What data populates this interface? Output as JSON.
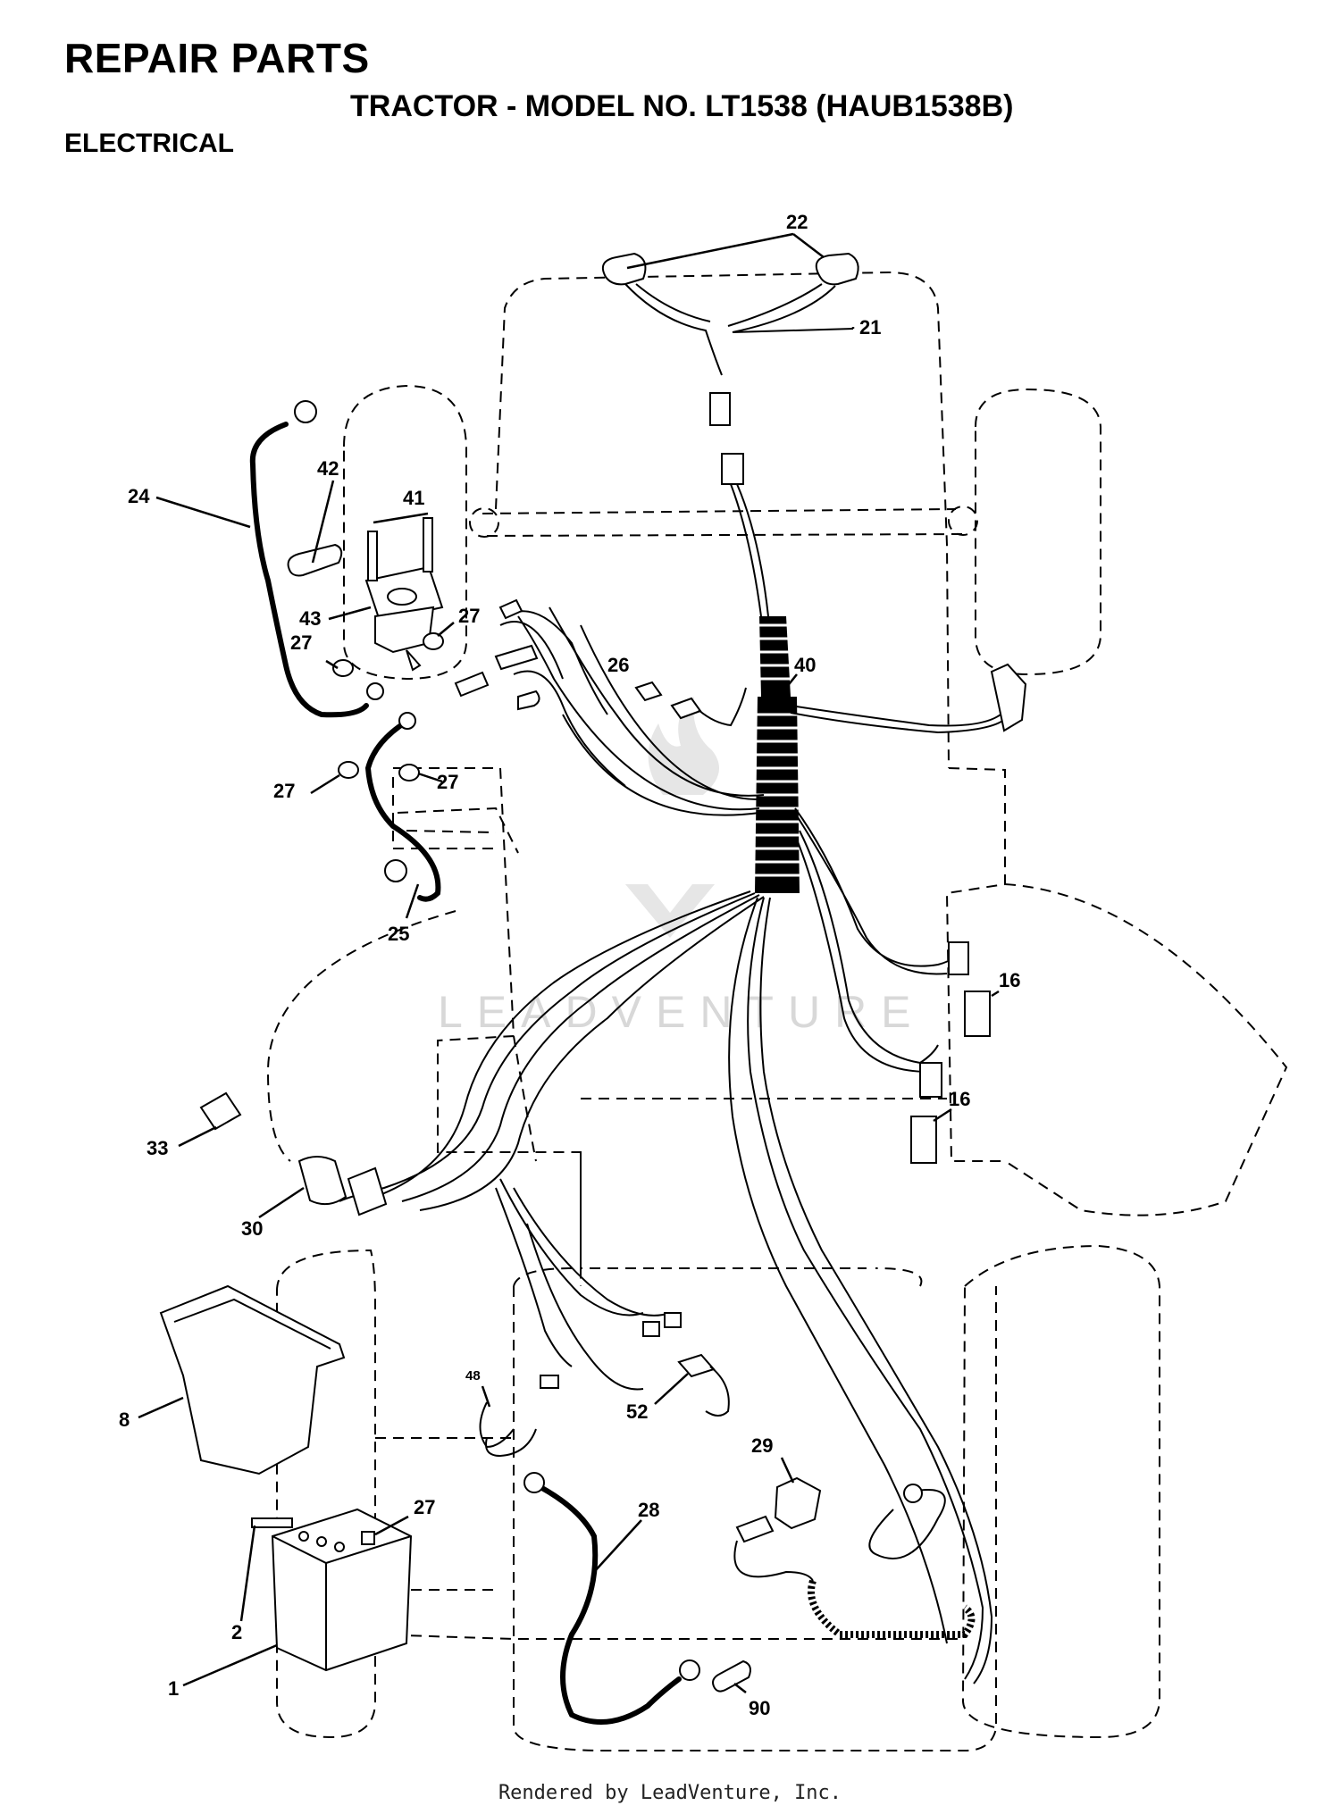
{
  "header": {
    "title": "REPAIR PARTS",
    "subtitle": "TRACTOR - MODEL NO. LT1538 (HAUB1538B)",
    "section": "ELECTRICAL"
  },
  "watermark": {
    "text": "LEADVENTURE"
  },
  "footer": {
    "text": "Rendered by LeadVenture, Inc."
  },
  "callouts": {
    "c22": "22",
    "c21": "21",
    "c24": "24",
    "c42": "42",
    "c41": "41",
    "c43": "43",
    "c27a": "27",
    "c27b": "27",
    "c27c": "27",
    "c27d": "27",
    "c26": "26",
    "c40": "40",
    "c25": "25",
    "c16a": "16",
    "c16b": "16",
    "c33": "33",
    "c30": "30",
    "c8": "8",
    "c48": "48",
    "c52": "52",
    "c29": "29",
    "c28": "28",
    "c27e": "27",
    "c2": "2",
    "c1": "1",
    "c90": "90"
  }
}
